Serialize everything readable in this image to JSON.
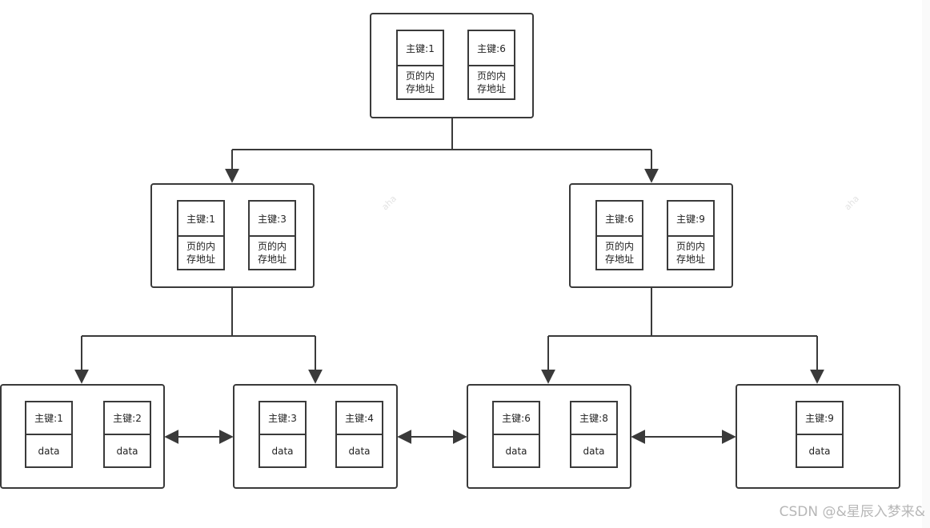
{
  "root": {
    "entries": [
      {
        "key": "主键:1",
        "value": "页的内存地址"
      },
      {
        "key": "主键:6",
        "value": "页的内存地址"
      }
    ]
  },
  "internal": [
    {
      "entries": [
        {
          "key": "主键:1",
          "value": "页的内存地址"
        },
        {
          "key": "主键:3",
          "value": "页的内存地址"
        }
      ]
    },
    {
      "entries": [
        {
          "key": "主键:6",
          "value": "页的内存地址"
        },
        {
          "key": "主键:9",
          "value": "页的内存地址"
        }
      ]
    }
  ],
  "leaves": [
    {
      "entries": [
        {
          "key": "主键:1",
          "value": "data"
        },
        {
          "key": "主键:2",
          "value": "data"
        }
      ]
    },
    {
      "entries": [
        {
          "key": "主键:3",
          "value": "data"
        },
        {
          "key": "主键:4",
          "value": "data"
        }
      ]
    },
    {
      "entries": [
        {
          "key": "主键:6",
          "value": "data"
        },
        {
          "key": "主键:8",
          "value": "data"
        }
      ]
    },
    {
      "entries": [
        {
          "key": "主键:9",
          "value": "data"
        }
      ]
    }
  ],
  "watermark": "aha",
  "footer": "CSDN @&星辰入梦来&",
  "colors": {
    "stroke": "#3a3a3a",
    "watermark": "#e3e3e3",
    "footer": "#b7b7b7"
  }
}
